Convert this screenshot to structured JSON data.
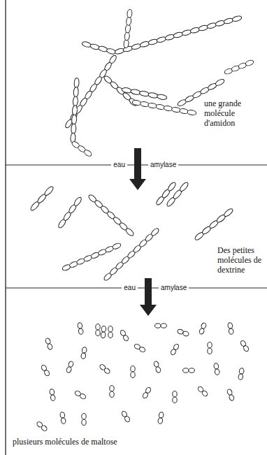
{
  "diagram": {
    "labels": [
      "une grande molécule d'amidon",
      "eau",
      "amylase",
      "Des petites molécules de dextrine",
      "eau",
      "amylase",
      "plusieurs molécules de maltose"
    ]
  }
}
